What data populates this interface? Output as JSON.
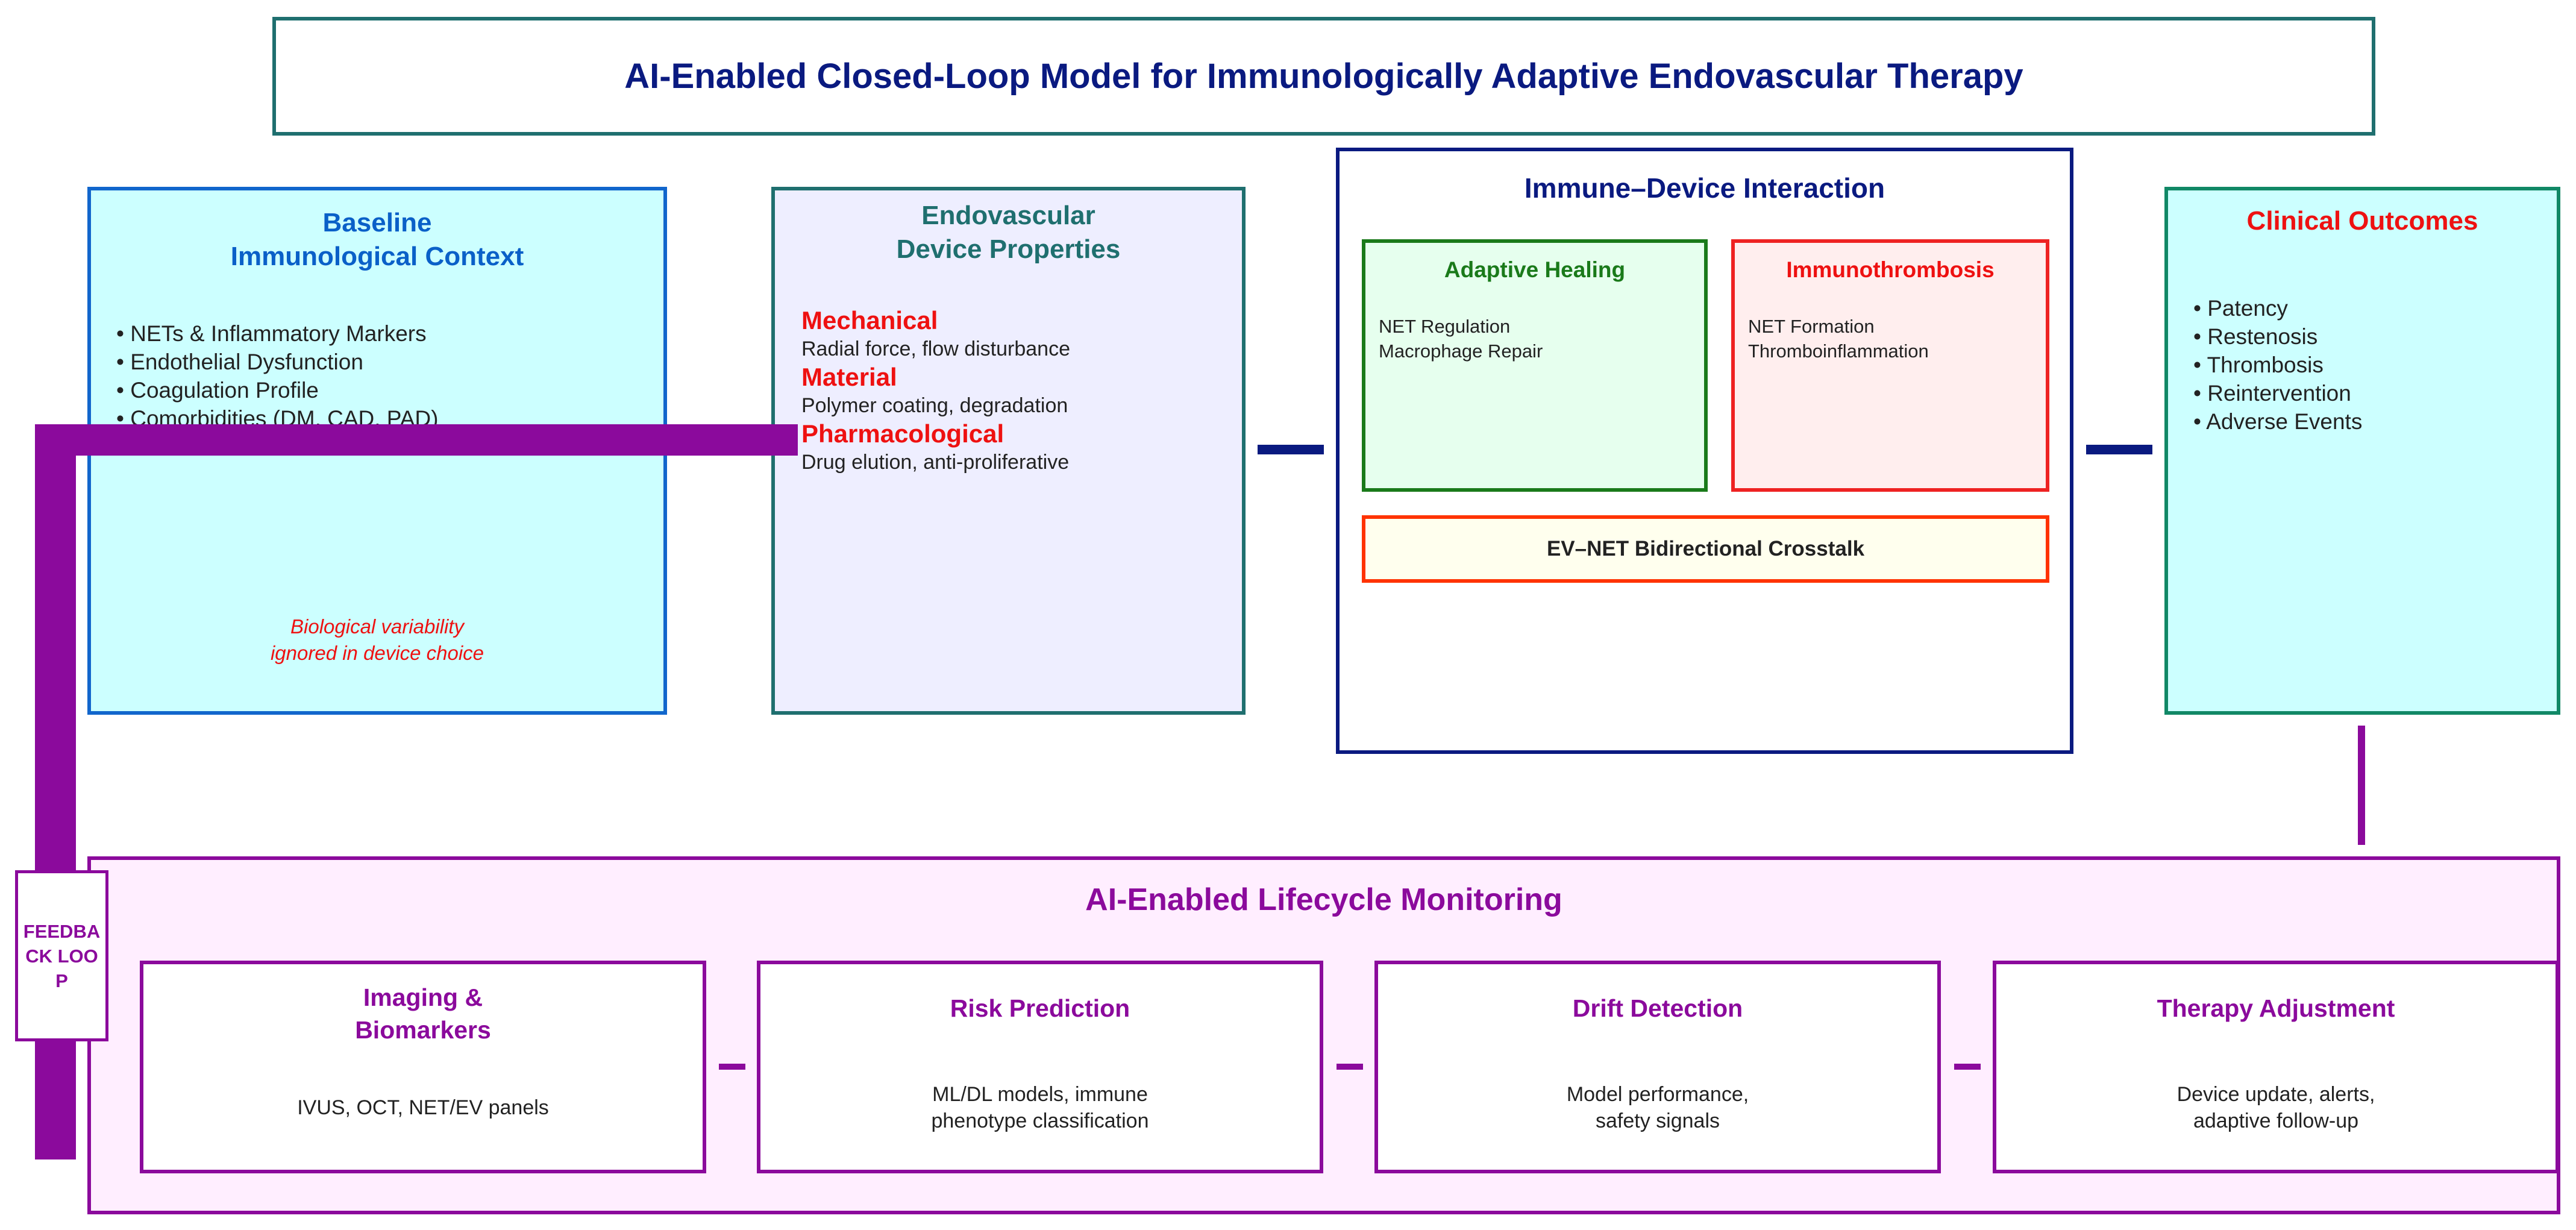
{
  "title": "AI-Enabled Closed-Loop Model for Immunologically Adaptive Endovascular Therapy",
  "baseline": {
    "title_line1": "Baseline",
    "title_line2": "Immunological Context",
    "items": [
      "• NETs & Inflammatory Markers",
      "• Endothelial Dysfunction",
      "• Coagulation Profile",
      "• Comorbidities (DM, CAD, PAD)"
    ],
    "note_line1": "Biological variability",
    "note_line2": "ignored in device choice"
  },
  "device": {
    "title_line1": "Endovascular",
    "title_line2": "Device Properties",
    "properties": [
      {
        "name": "Mechanical",
        "desc": "Radial force, flow disturbance"
      },
      {
        "name": "Material",
        "desc": "Polymer coating, degradation"
      },
      {
        "name": "Pharmacological",
        "desc": "Drug elution, anti-proliferative"
      }
    ]
  },
  "interaction": {
    "title": "Immune–Device Interaction",
    "healing": {
      "title": "Adaptive Healing",
      "items": [
        "NET Regulation",
        "Macrophage Repair"
      ]
    },
    "thrombo": {
      "title": "Immunothrombosis",
      "items": [
        "NET Formation",
        "Thromboinflammation"
      ]
    },
    "crosstalk": "EV–NET Bidirectional Crosstalk"
  },
  "outcomes": {
    "title": "Clinical Outcomes",
    "items": [
      "• Patency",
      "• Restenosis",
      "• Thrombosis",
      "• Reintervention",
      "• Adverse Events"
    ]
  },
  "monitoring": {
    "title": "AI-Enabled Lifecycle Monitoring",
    "stages": [
      {
        "title_line1": "Imaging &",
        "title_line2": "Biomarkers",
        "desc_line1": "IVUS, OCT, NET/EV panels",
        "desc_line2": ""
      },
      {
        "title_line1": "Risk Prediction",
        "title_line2": "",
        "desc_line1": "ML/DL models, immune",
        "desc_line2": "phenotype classification"
      },
      {
        "title_line1": "Drift Detection",
        "title_line2": "",
        "desc_line1": "Model performance,",
        "desc_line2": "safety signals"
      },
      {
        "title_line1": "Therapy Adjustment",
        "title_line2": "",
        "desc_line1": "Device update, alerts,",
        "desc_line2": "adaptive follow-up"
      }
    ]
  },
  "feedback": "FEEDBACK LOOP",
  "colors": {
    "navy": "#0a1a80",
    "teal": "#1f6f6f",
    "red": "#ee1111",
    "purple": "#8b0a9c",
    "green": "#1a7a1a",
    "cyan_fill": "#ccffff"
  }
}
